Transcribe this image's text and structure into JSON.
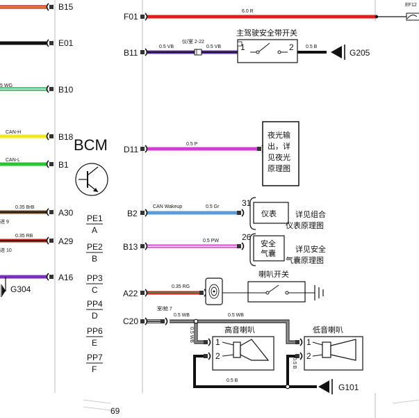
{
  "left_pins": [
    {
      "label": "B15",
      "wire": ""
    },
    {
      "label": "E01",
      "wire": ""
    },
    {
      "label": "B10",
      "wire": "5 WG"
    },
    {
      "label": "B18",
      "wire": "CAN-H"
    },
    {
      "label": "B1",
      "wire": "CAN-L"
    },
    {
      "label": "A30",
      "wire": "0.35 BrB",
      "note": "进 9"
    },
    {
      "label": "A29",
      "wire": "0.35 RB",
      "note": "进 10"
    },
    {
      "label": "A16",
      "wire": ""
    }
  ],
  "left_ground": "G304",
  "bcm": {
    "title": "BCM",
    "pin_groups": [
      {
        "top": "PE1",
        "bottom": "A"
      },
      {
        "top": "PE2",
        "bottom": "B"
      },
      {
        "top": "PP3",
        "bottom": "C"
      },
      {
        "top": "PP4",
        "bottom": "D"
      },
      {
        "top": "PP6",
        "bottom": "E"
      },
      {
        "top": "PP7",
        "bottom": "F"
      }
    ]
  },
  "right_pins": [
    {
      "label": "F01",
      "wire": "6.0 R"
    },
    {
      "label": "B11",
      "wire": "0.5 VB"
    },
    {
      "label": "D11",
      "wire": "0.5 P"
    },
    {
      "label": "B2",
      "wire": "0.5 Gr",
      "wire2": "CAN  Wakeup"
    },
    {
      "label": "B13",
      "wire": "0.5 PW"
    },
    {
      "label": "A22",
      "wire": "0.35 RG"
    },
    {
      "label": "C20",
      "wire": "0.5 WB",
      "note": "室/舱 7"
    }
  ],
  "fuse": "EF12",
  "seatbelt": {
    "title": "主驾驶安全带开关",
    "splice_label": "仪/室 2-22",
    "wire_after_splice": "0.5 VB",
    "pin1": "1",
    "pin2": "2",
    "wire_out": "0.5 B",
    "ground": "G205"
  },
  "night_light_box": [
    "夜光输",
    "出，详",
    "见夜光",
    "原理图"
  ],
  "cluster": {
    "pin": "31",
    "name": "仪表",
    "ref": [
      "详见组合",
      "仪表原理图"
    ]
  },
  "airbag": {
    "pin": "26",
    "name": [
      "安全",
      "气囊"
    ],
    "ref": [
      "详见安全",
      "气囊原理图"
    ]
  },
  "horn_switch": "喇叭开关",
  "high_horn": {
    "title": "高音喇叭",
    "pin1": "1",
    "pin2": "2"
  },
  "low_horn": {
    "title": "低音喇叭",
    "pin1": "1",
    "pin2": "2"
  },
  "horn_wires": {
    "top": "0.5 WB",
    "left_vertical": "0.5 WB",
    "right_vertical": "0.5 B",
    "bottom": "0.5 B"
  },
  "horn_ground": "G101",
  "page_number": "69"
}
